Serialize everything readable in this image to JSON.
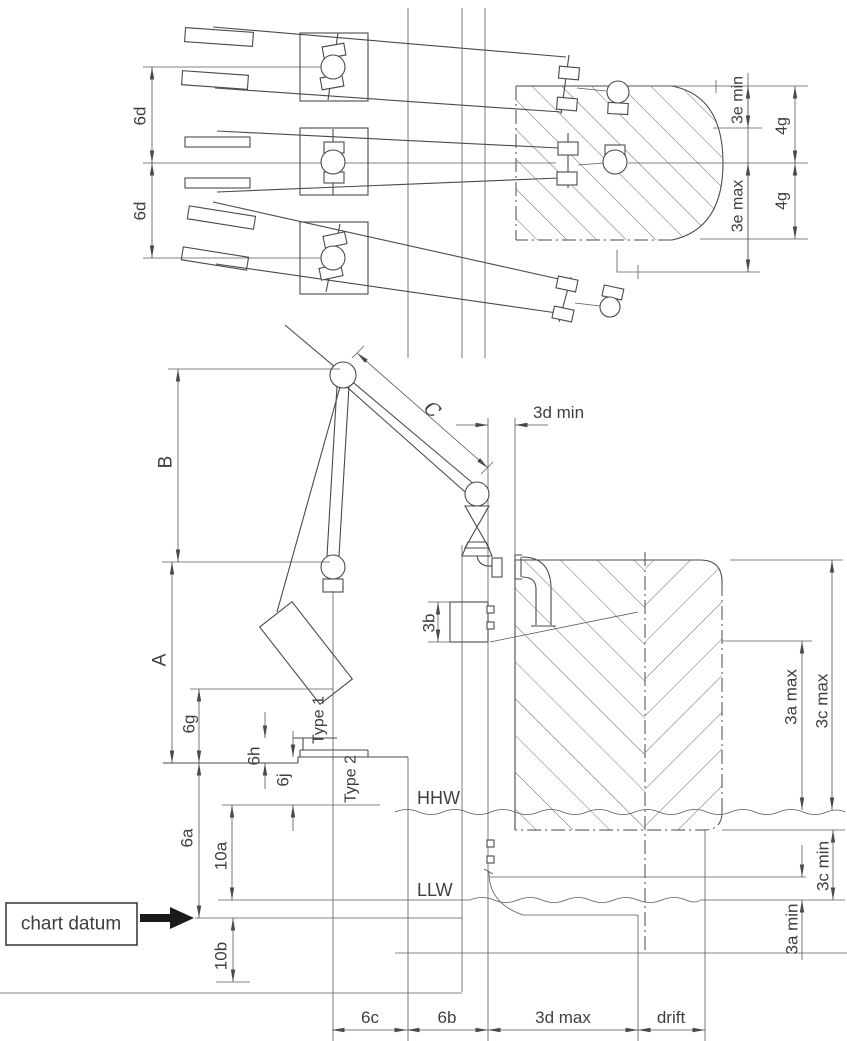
{
  "colors": {
    "line": "#4a4a4a",
    "background": "#ffffff"
  },
  "plan": {
    "dim_6d_1": "6d",
    "dim_6d_2": "6d",
    "dim_3e_min": "3e min",
    "dim_4g_1": "4g",
    "dim_3e_max": "3e max",
    "dim_4g_2": "4g"
  },
  "elevation": {
    "dim_B": "B",
    "dim_A": "A",
    "dim_C": "C",
    "dim_3d_min": "3d min",
    "dim_3b": "3b",
    "type_1": "Type 1",
    "type_2": "Type 2",
    "dim_6g": "6g",
    "dim_6h": "6h",
    "dim_6j": "6j",
    "water_hhw": "HHW",
    "water_llw": "LLW",
    "chart_datum": "chart datum",
    "dim_6a": "6a",
    "dim_10a": "10a",
    "dim_10b": "10b",
    "dim_3a_max": "3a max",
    "dim_3c_max": "3c max",
    "dim_3c_min": "3c min",
    "dim_3a_min": "3a min",
    "dim_6c": "6c",
    "dim_6b": "6b",
    "dim_3d_max": "3d max",
    "dim_drift": "drift"
  }
}
